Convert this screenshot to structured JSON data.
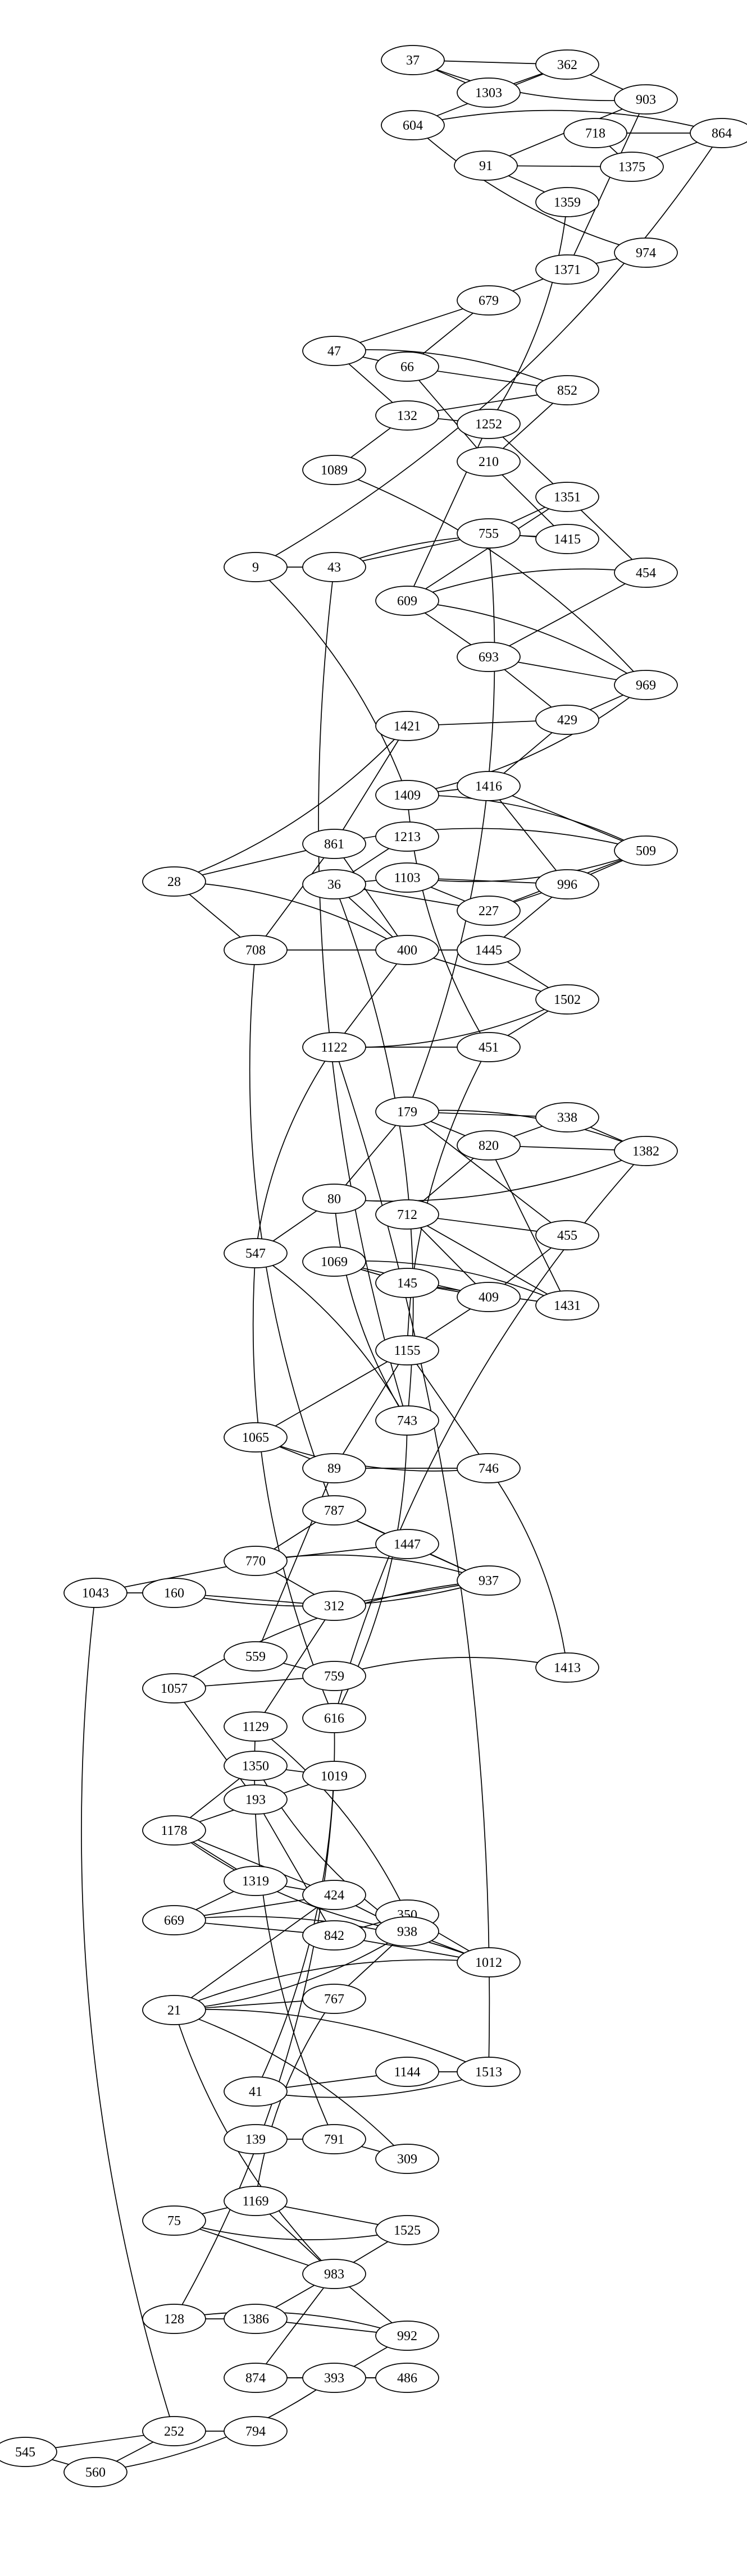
{
  "nodes": [
    {
      "id": "37",
      "label": "37"
    },
    {
      "id": "362",
      "label": "362"
    },
    {
      "id": "1303",
      "label": "1303"
    },
    {
      "id": "903",
      "label": "903"
    },
    {
      "id": "604",
      "label": "604"
    },
    {
      "id": "718",
      "label": "718"
    },
    {
      "id": "864",
      "label": "864"
    },
    {
      "id": "91",
      "label": "91"
    },
    {
      "id": "1375",
      "label": "1375"
    },
    {
      "id": "1359",
      "label": "1359"
    },
    {
      "id": "974",
      "label": "974"
    },
    {
      "id": "1371",
      "label": "1371"
    },
    {
      "id": "679",
      "label": "679"
    },
    {
      "id": "47",
      "label": "47"
    },
    {
      "id": "66",
      "label": "66"
    },
    {
      "id": "852",
      "label": "852"
    },
    {
      "id": "132",
      "label": "132"
    },
    {
      "id": "1252",
      "label": "1252"
    },
    {
      "id": "1089",
      "label": "1089"
    },
    {
      "id": "210",
      "label": "210"
    },
    {
      "id": "1351",
      "label": "1351"
    },
    {
      "id": "755",
      "label": "755"
    },
    {
      "id": "1415",
      "label": "1415"
    },
    {
      "id": "9",
      "label": "9"
    },
    {
      "id": "43",
      "label": "43"
    },
    {
      "id": "454",
      "label": "454"
    },
    {
      "id": "609",
      "label": "609"
    },
    {
      "id": "693",
      "label": "693"
    },
    {
      "id": "969",
      "label": "969"
    },
    {
      "id": "1421",
      "label": "1421"
    },
    {
      "id": "429",
      "label": "429"
    },
    {
      "id": "1409",
      "label": "1409"
    },
    {
      "id": "1416",
      "label": "1416"
    },
    {
      "id": "1213",
      "label": "1213"
    },
    {
      "id": "861",
      "label": "861"
    },
    {
      "id": "509",
      "label": "509"
    },
    {
      "id": "28",
      "label": "28"
    },
    {
      "id": "36",
      "label": "36"
    },
    {
      "id": "1103",
      "label": "1103"
    },
    {
      "id": "996",
      "label": "996"
    },
    {
      "id": "227",
      "label": "227"
    },
    {
      "id": "708",
      "label": "708"
    },
    {
      "id": "400",
      "label": "400"
    },
    {
      "id": "1445",
      "label": "1445"
    },
    {
      "id": "1502",
      "label": "1502"
    },
    {
      "id": "1122",
      "label": "1122"
    },
    {
      "id": "451",
      "label": "451"
    },
    {
      "id": "179",
      "label": "179"
    },
    {
      "id": "338",
      "label": "338"
    },
    {
      "id": "820",
      "label": "820"
    },
    {
      "id": "1382",
      "label": "1382"
    },
    {
      "id": "80",
      "label": "80"
    },
    {
      "id": "712",
      "label": "712"
    },
    {
      "id": "455",
      "label": "455"
    },
    {
      "id": "547",
      "label": "547"
    },
    {
      "id": "1069",
      "label": "1069"
    },
    {
      "id": "145",
      "label": "145"
    },
    {
      "id": "409",
      "label": "409"
    },
    {
      "id": "1431",
      "label": "1431"
    },
    {
      "id": "1155",
      "label": "1155"
    },
    {
      "id": "743",
      "label": "743"
    },
    {
      "id": "1065",
      "label": "1065"
    },
    {
      "id": "89",
      "label": "89"
    },
    {
      "id": "746",
      "label": "746"
    },
    {
      "id": "787",
      "label": "787"
    },
    {
      "id": "770",
      "label": "770"
    },
    {
      "id": "1447",
      "label": "1447"
    },
    {
      "id": "1043",
      "label": "1043"
    },
    {
      "id": "160",
      "label": "160"
    },
    {
      "id": "312",
      "label": "312"
    },
    {
      "id": "937",
      "label": "937"
    },
    {
      "id": "559",
      "label": "559"
    },
    {
      "id": "1057",
      "label": "1057"
    },
    {
      "id": "759",
      "label": "759"
    },
    {
      "id": "1413",
      "label": "1413"
    },
    {
      "id": "1129",
      "label": "1129"
    },
    {
      "id": "616",
      "label": "616"
    },
    {
      "id": "1350",
      "label": "1350"
    },
    {
      "id": "1019",
      "label": "1019"
    },
    {
      "id": "193",
      "label": "193"
    },
    {
      "id": "1178",
      "label": "1178"
    },
    {
      "id": "1319",
      "label": "1319"
    },
    {
      "id": "424",
      "label": "424"
    },
    {
      "id": "350",
      "label": "350"
    },
    {
      "id": "669",
      "label": "669"
    },
    {
      "id": "842",
      "label": "842"
    },
    {
      "id": "938",
      "label": "938"
    },
    {
      "id": "1012",
      "label": "1012"
    },
    {
      "id": "767",
      "label": "767"
    },
    {
      "id": "21",
      "label": "21"
    },
    {
      "id": "1144",
      "label": "1144"
    },
    {
      "id": "1513",
      "label": "1513"
    },
    {
      "id": "41",
      "label": "41"
    },
    {
      "id": "139",
      "label": "139"
    },
    {
      "id": "791",
      "label": "791"
    },
    {
      "id": "309",
      "label": "309"
    },
    {
      "id": "1169",
      "label": "1169"
    },
    {
      "id": "75",
      "label": "75"
    },
    {
      "id": "1525",
      "label": "1525"
    },
    {
      "id": "983",
      "label": "983"
    },
    {
      "id": "128",
      "label": "128"
    },
    {
      "id": "1386",
      "label": "1386"
    },
    {
      "id": "992",
      "label": "992"
    },
    {
      "id": "874",
      "label": "874"
    },
    {
      "id": "393",
      "label": "393"
    },
    {
      "id": "486",
      "label": "486"
    },
    {
      "id": "545",
      "label": "545"
    },
    {
      "id": "252",
      "label": "252"
    },
    {
      "id": "794",
      "label": "794"
    },
    {
      "id": "560",
      "label": "560"
    }
  ],
  "edges": [
    [
      "37",
      "362"
    ],
    [
      "37",
      "1303"
    ],
    [
      "37",
      "903"
    ],
    [
      "1303",
      "362"
    ],
    [
      "604",
      "362"
    ],
    [
      "604",
      "864"
    ],
    [
      "362",
      "903"
    ],
    [
      "903",
      "91"
    ],
    [
      "903",
      "1371"
    ],
    [
      "718",
      "864"
    ],
    [
      "718",
      "1375"
    ],
    [
      "864",
      "1375"
    ],
    [
      "91",
      "1375"
    ],
    [
      "91",
      "1359"
    ],
    [
      "604",
      "974"
    ],
    [
      "1359",
      "1252"
    ],
    [
      "1371",
      "974"
    ],
    [
      "1371",
      "679"
    ],
    [
      "679",
      "47"
    ],
    [
      "679",
      "66"
    ],
    [
      "47",
      "66"
    ],
    [
      "47",
      "852"
    ],
    [
      "47",
      "132"
    ],
    [
      "66",
      "852"
    ],
    [
      "66",
      "210"
    ],
    [
      "132",
      "852"
    ],
    [
      "132",
      "1252"
    ],
    [
      "132",
      "1089"
    ],
    [
      "852",
      "210"
    ],
    [
      "1252",
      "1351"
    ],
    [
      "1252",
      "609"
    ],
    [
      "210",
      "1415"
    ],
    [
      "1351",
      "755"
    ],
    [
      "1351",
      "609"
    ],
    [
      "1351",
      "454"
    ],
    [
      "755",
      "43"
    ],
    [
      "755",
      "1415"
    ],
    [
      "755",
      "179"
    ],
    [
      "1415",
      "43"
    ],
    [
      "9",
      "43"
    ],
    [
      "9",
      "864"
    ],
    [
      "9",
      "1409"
    ],
    [
      "43",
      "743"
    ],
    [
      "609",
      "454"
    ],
    [
      "609",
      "693"
    ],
    [
      "609",
      "969"
    ],
    [
      "454",
      "693"
    ],
    [
      "693",
      "969"
    ],
    [
      "693",
      "429"
    ],
    [
      "1089",
      "969"
    ],
    [
      "969",
      "429"
    ],
    [
      "969",
      "1409"
    ],
    [
      "1421",
      "429"
    ],
    [
      "1421",
      "28"
    ],
    [
      "1421",
      "861"
    ],
    [
      "429",
      "1416"
    ],
    [
      "1409",
      "1416"
    ],
    [
      "1409",
      "509"
    ],
    [
      "1409",
      "451"
    ],
    [
      "1416",
      "509"
    ],
    [
      "1416",
      "996"
    ],
    [
      "1213",
      "36"
    ],
    [
      "861",
      "28"
    ],
    [
      "861",
      "509"
    ],
    [
      "861",
      "708"
    ],
    [
      "861",
      "400"
    ],
    [
      "28",
      "708"
    ],
    [
      "28",
      "400"
    ],
    [
      "36",
      "1103"
    ],
    [
      "36",
      "227"
    ],
    [
      "36",
      "400"
    ],
    [
      "36",
      "743"
    ],
    [
      "1103",
      "509"
    ],
    [
      "1103",
      "996"
    ],
    [
      "1103",
      "227"
    ],
    [
      "996",
      "509"
    ],
    [
      "996",
      "227"
    ],
    [
      "996",
      "1445"
    ],
    [
      "227",
      "509"
    ],
    [
      "708",
      "400"
    ],
    [
      "708",
      "787"
    ],
    [
      "400",
      "1445"
    ],
    [
      "400",
      "1502"
    ],
    [
      "400",
      "1122"
    ],
    [
      "1445",
      "1502"
    ],
    [
      "1502",
      "1122"
    ],
    [
      "1502",
      "451"
    ],
    [
      "1122",
      "451"
    ],
    [
      "1122",
      "547"
    ],
    [
      "1122",
      "1513"
    ],
    [
      "179",
      "338"
    ],
    [
      "179",
      "1382"
    ],
    [
      "179",
      "820"
    ],
    [
      "179",
      "455"
    ],
    [
      "179",
      "80"
    ],
    [
      "338",
      "820"
    ],
    [
      "338",
      "1382"
    ],
    [
      "820",
      "1382"
    ],
    [
      "820",
      "712"
    ],
    [
      "820",
      "1431"
    ],
    [
      "80",
      "1382"
    ],
    [
      "80",
      "547"
    ],
    [
      "80",
      "743"
    ],
    [
      "712",
      "455"
    ],
    [
      "712",
      "409"
    ],
    [
      "712",
      "1431"
    ],
    [
      "451",
      "1155"
    ],
    [
      "547",
      "743"
    ],
    [
      "547",
      "616"
    ],
    [
      "1069",
      "145"
    ],
    [
      "1069",
      "409"
    ],
    [
      "1069",
      "1431"
    ],
    [
      "145",
      "409"
    ],
    [
      "145",
      "1431"
    ],
    [
      "455",
      "409"
    ],
    [
      "409",
      "1155"
    ],
    [
      "1155",
      "1065"
    ],
    [
      "1155",
      "89"
    ],
    [
      "1155",
      "746"
    ],
    [
      "1065",
      "89"
    ],
    [
      "1065",
      "746"
    ],
    [
      "89",
      "746"
    ],
    [
      "89",
      "559"
    ],
    [
      "746",
      "1413"
    ],
    [
      "787",
      "770"
    ],
    [
      "787",
      "1447"
    ],
    [
      "787",
      "937"
    ],
    [
      "770",
      "1447"
    ],
    [
      "770",
      "1043"
    ],
    [
      "770",
      "937"
    ],
    [
      "770",
      "312"
    ],
    [
      "1043",
      "160"
    ],
    [
      "1043",
      "252"
    ],
    [
      "160",
      "312"
    ],
    [
      "160",
      "937"
    ],
    [
      "312",
      "937"
    ],
    [
      "1447",
      "937"
    ],
    [
      "559",
      "759"
    ],
    [
      "1057",
      "759"
    ],
    [
      "1057",
      "937"
    ],
    [
      "1057",
      "193"
    ],
    [
      "759",
      "1413"
    ],
    [
      "1129",
      "312"
    ],
    [
      "1129",
      "350"
    ],
    [
      "1129",
      "791"
    ],
    [
      "616",
      "1382"
    ],
    [
      "616",
      "743"
    ],
    [
      "616",
      "41"
    ],
    [
      "1350",
      "1019"
    ],
    [
      "1350",
      "1178"
    ],
    [
      "1350",
      "938"
    ],
    [
      "1019",
      "128"
    ],
    [
      "193",
      "842"
    ],
    [
      "1178",
      "1019"
    ],
    [
      "1178",
      "1319"
    ],
    [
      "1178",
      "424"
    ],
    [
      "1178",
      "938"
    ],
    [
      "1319",
      "669"
    ],
    [
      "1319",
      "424"
    ],
    [
      "424",
      "669"
    ],
    [
      "424",
      "938"
    ],
    [
      "424",
      "21"
    ],
    [
      "350",
      "842"
    ],
    [
      "350",
      "1012"
    ],
    [
      "669",
      "842"
    ],
    [
      "669",
      "1012"
    ],
    [
      "842",
      "1012"
    ],
    [
      "938",
      "1012"
    ],
    [
      "938",
      "767"
    ],
    [
      "938",
      "21"
    ],
    [
      "1012",
      "21"
    ],
    [
      "767",
      "21"
    ],
    [
      "767",
      "1169"
    ],
    [
      "21",
      "1513"
    ],
    [
      "21",
      "983"
    ],
    [
      "21",
      "309"
    ],
    [
      "1144",
      "1513"
    ],
    [
      "1144",
      "41"
    ],
    [
      "41",
      "1513"
    ],
    [
      "139",
      "791"
    ],
    [
      "791",
      "309"
    ],
    [
      "1169",
      "75"
    ],
    [
      "1169",
      "1525"
    ],
    [
      "1169",
      "983"
    ],
    [
      "75",
      "1525"
    ],
    [
      "75",
      "983"
    ],
    [
      "1525",
      "983"
    ],
    [
      "983",
      "1386"
    ],
    [
      "983",
      "992"
    ],
    [
      "983",
      "874"
    ],
    [
      "128",
      "1386"
    ],
    [
      "128",
      "992"
    ],
    [
      "1386",
      "992"
    ],
    [
      "874",
      "393"
    ],
    [
      "874",
      "486"
    ],
    [
      "393",
      "486"
    ],
    [
      "393",
      "992"
    ],
    [
      "393",
      "560"
    ],
    [
      "545",
      "252"
    ],
    [
      "545",
      "560"
    ],
    [
      "252",
      "794"
    ],
    [
      "252",
      "560"
    ]
  ]
}
